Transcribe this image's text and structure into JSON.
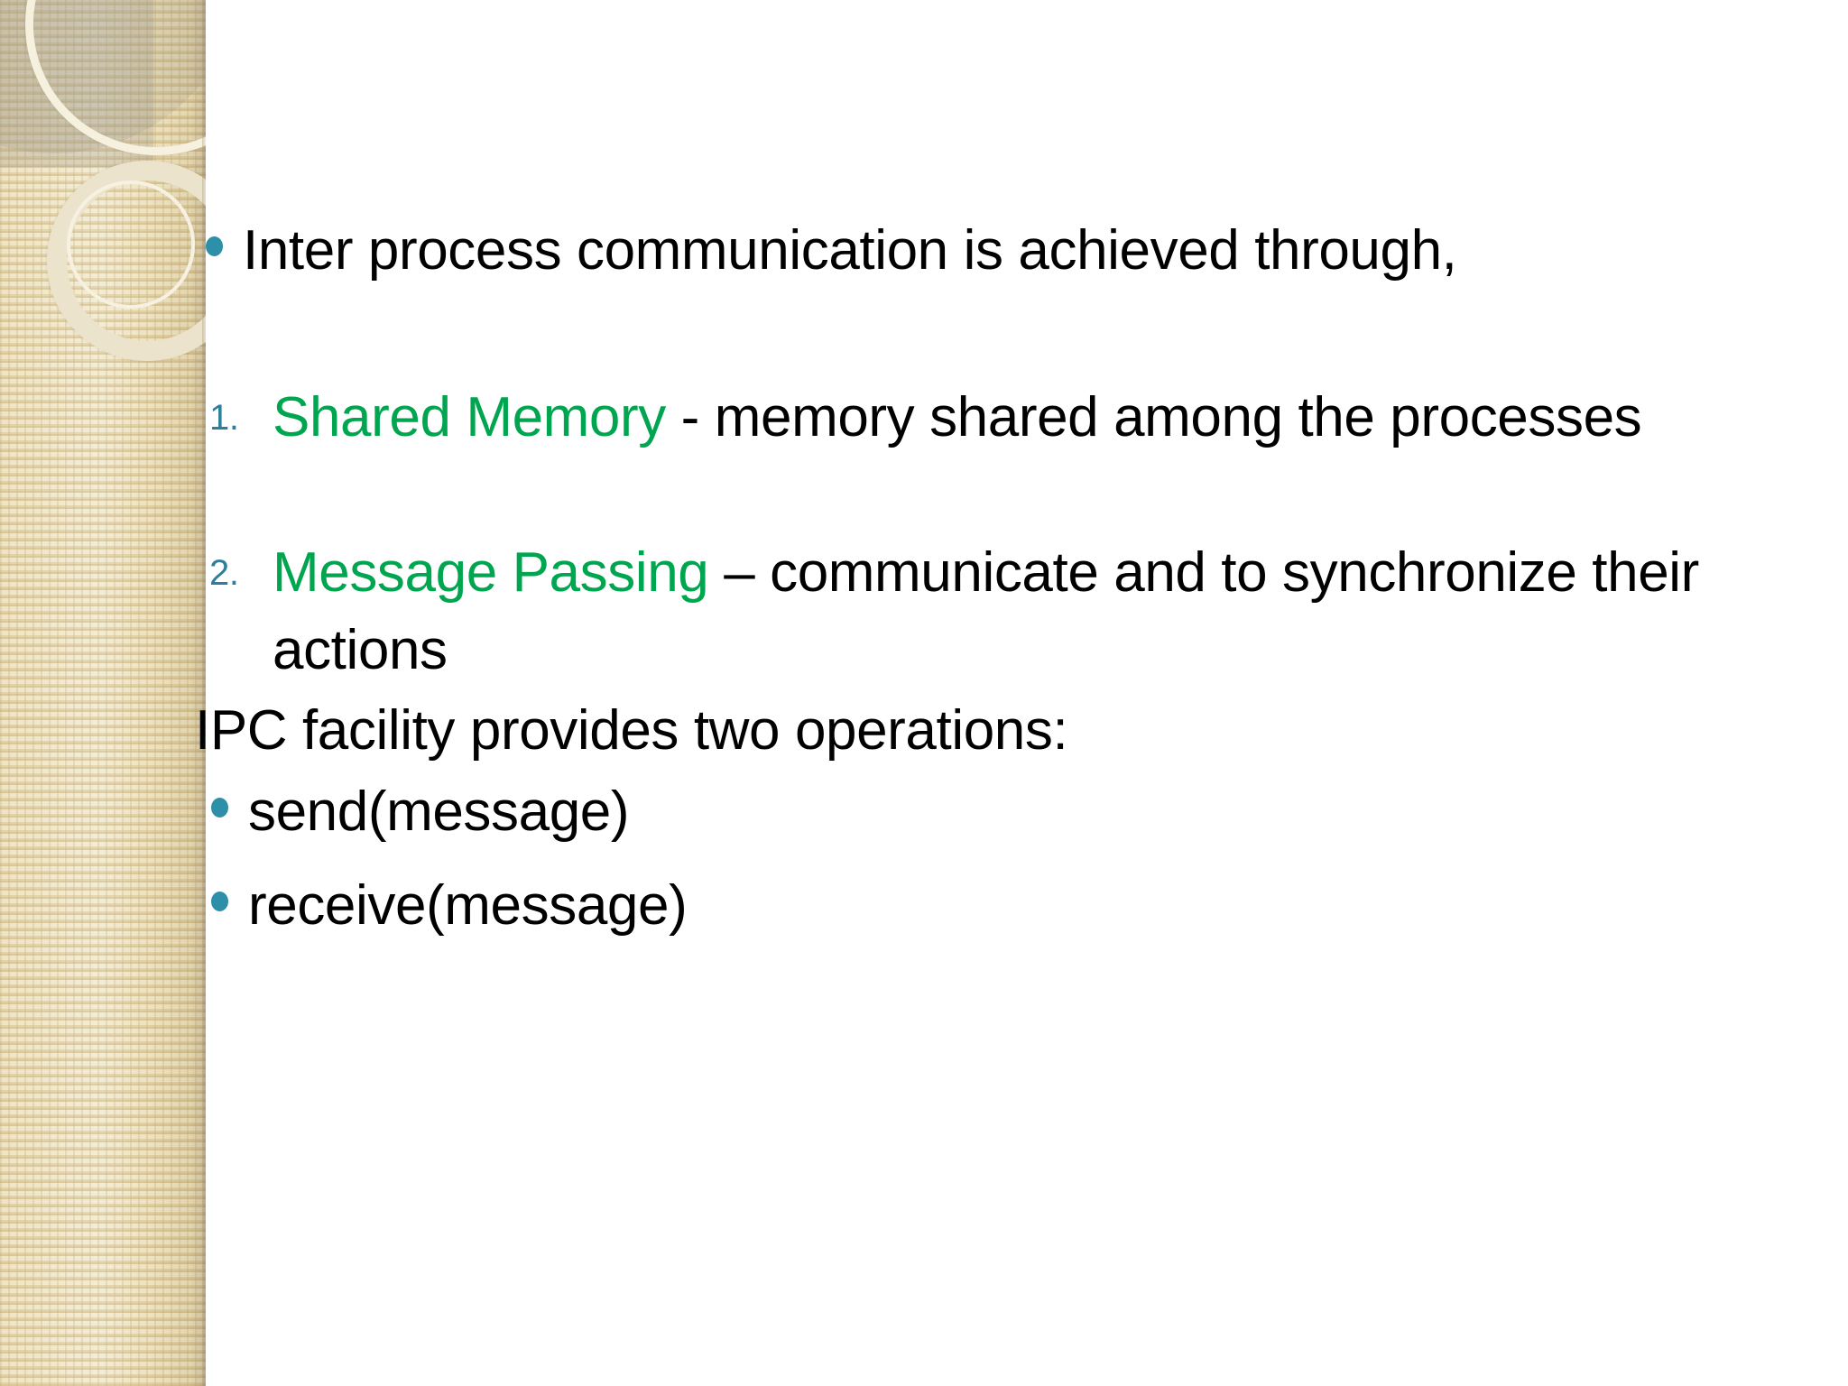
{
  "slide": {
    "background_color": "#ffffff",
    "sidebar": {
      "base_color": "#f0e6c8",
      "accent_color": "#f6f0df",
      "name": "decorative-sidebar"
    },
    "accent_colors": {
      "bullet": "#2e8fa8",
      "number": "#2e7f9b",
      "highlight_green": "#00a64f",
      "body_text": "#000000"
    }
  },
  "body": {
    "intro": {
      "bullet_icon": "bullet-dot-icon",
      "text": "Inter process communication is achieved through,"
    },
    "numbered_items": [
      {
        "marker": "1.",
        "term": "Shared Memory",
        "rest": " - memory shared among the processes"
      },
      {
        "marker": "2.",
        "term": "Message Passing",
        "rest": " – communicate and to synchronize their actions"
      }
    ],
    "ipc_heading": "IPC facility provides two operations:",
    "operations": [
      {
        "bullet_icon": "bullet-dot-icon",
        "text": "send(message)"
      },
      {
        "bullet_icon": "bullet-dot-icon",
        "text": "receive(message)"
      }
    ]
  }
}
